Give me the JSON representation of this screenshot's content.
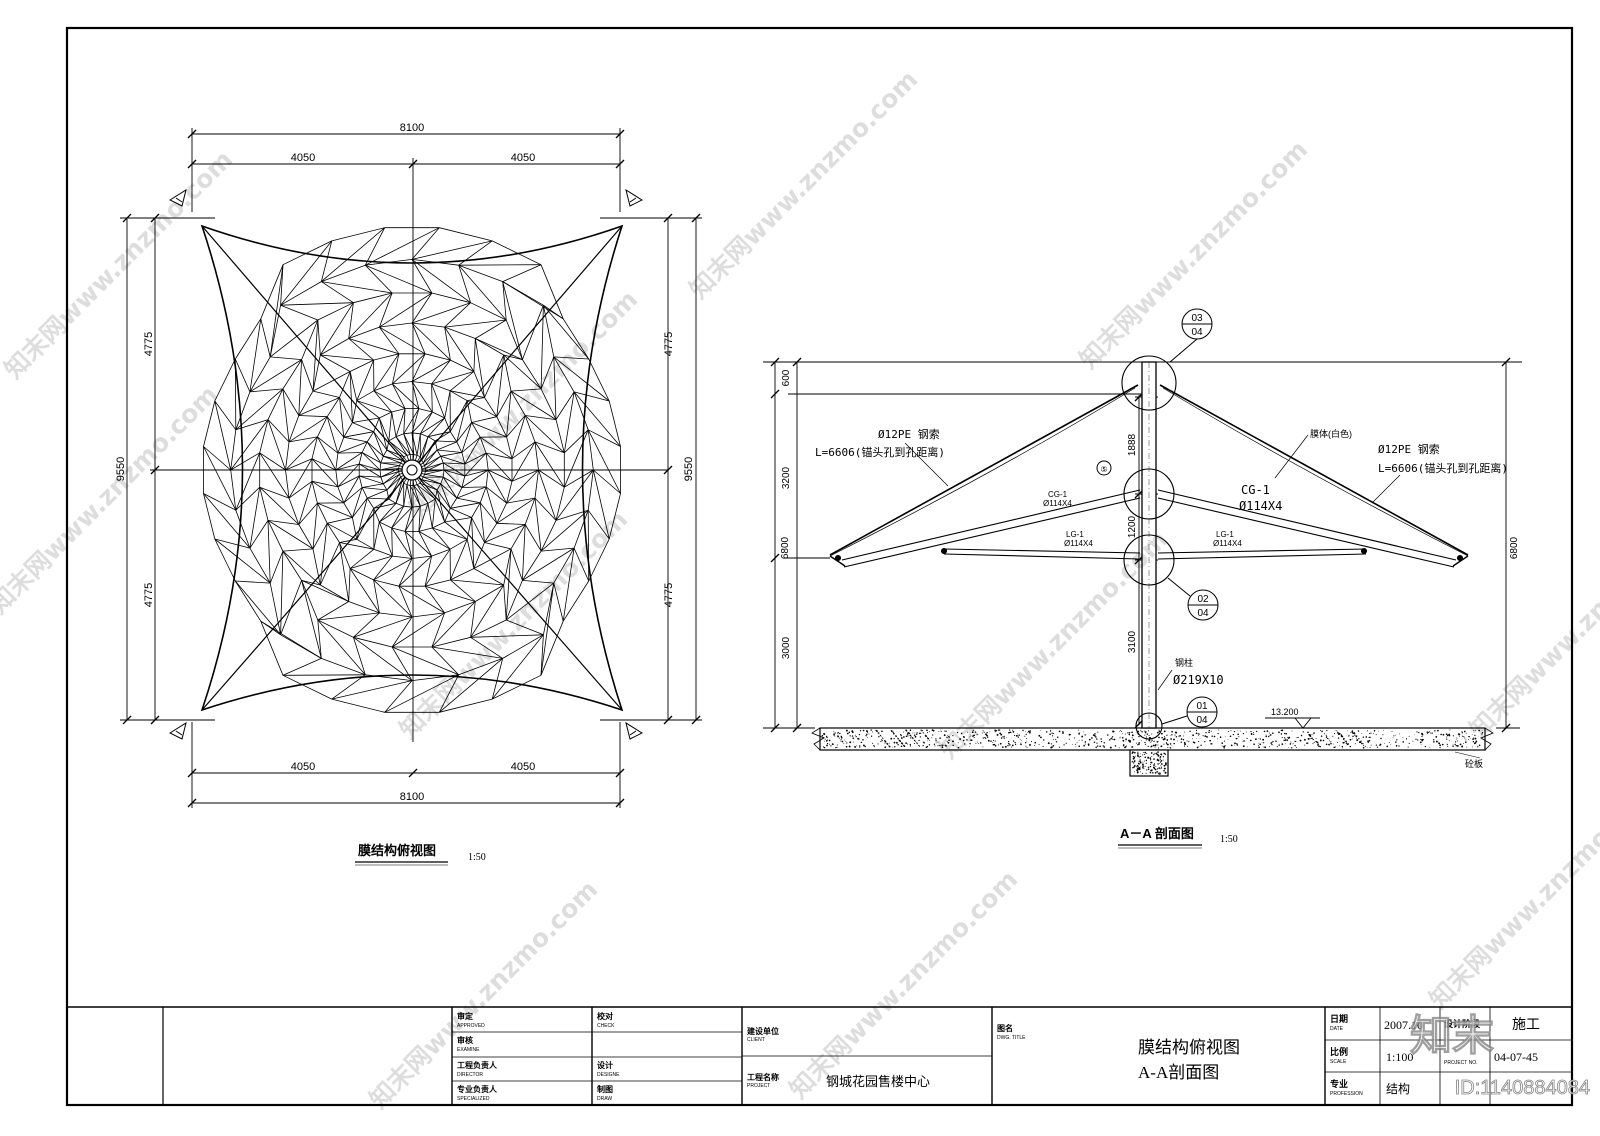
{
  "plan": {
    "dims": {
      "top_total": "8100",
      "top_left": "4050",
      "top_right": "4050",
      "bottom_left": "4050",
      "bottom_right": "4050",
      "bottom_total": "8100",
      "left_total": "9550",
      "left_upper": "4775",
      "left_lower": "4775",
      "right_total": "9550",
      "right_upper": "4775",
      "right_lower": "4775"
    },
    "title": "膜结构俯视图",
    "scale": "1:50"
  },
  "section": {
    "dims": {
      "left_top": "600",
      "left_middle": "3200",
      "left_bottom": "3000",
      "left_total": "6800",
      "right_total": "6800",
      "col_1888": "1888",
      "col_1200": "1200",
      "col_3100": "3100"
    },
    "cable_left": "Ø12PE 钢索",
    "cable_left_len": "L=6606(锚头孔到孔距离)",
    "cable_right": "Ø12PE 钢索",
    "cable_right_len": "L=6606(锚头孔到孔距离)",
    "membrane": "膜体(白色)",
    "cg_left": "CG-1",
    "cg_left_size": "Ø114X4",
    "cg_right": "CG-1",
    "cg_right_size": "Ø114X4",
    "lg_left": "LG-1",
    "lg_left_size": "Ø114X4",
    "lg_right": "LG-1",
    "lg_right_size": "Ø114X4",
    "column": "钢柱",
    "column_size": "Ø219X10",
    "detail_top_num": "03",
    "detail_top_sheet": "04",
    "detail_mid_num": "02",
    "detail_mid_sheet": "04",
    "detail_bot_num": "01",
    "detail_bot_sheet": "04",
    "small_mark": "⑤",
    "elevation": "13.200",
    "slab": "砼板",
    "title": "A－A 剖面图",
    "scale": "1:50"
  },
  "title_block": {
    "approved_cn": "审定",
    "approved_en": "APPROVED",
    "examine_cn": "审核",
    "examine_en": "EXAMINE",
    "director_cn": "工程负责人",
    "director_en": "DIRECTOR",
    "specialized_cn": "专业负责人",
    "specialized_en": "SPECIALIZED",
    "check_cn": "校对",
    "check_en": "CHECK",
    "designe_cn": "设计",
    "designe_en": "DESIGNE",
    "draw_cn": "制图",
    "draw_en": "DRAW",
    "client_cn": "建设单位",
    "client_en": "CLIENT",
    "project_cn": "工程名称",
    "project_en": "PROJECT",
    "project_name": "钢城花园售楼中心",
    "dwg_title_cn": "图名",
    "dwg_title_en": "DWG. TITLE",
    "dwg_title_1": "膜结构俯视图",
    "dwg_title_2": "A-A剖面图",
    "date_cn": "日期",
    "date_en": "DATE",
    "date_val": "2007.10",
    "phase_cn": "设计阶段",
    "phase_val": "施工",
    "scale_cn": "比例",
    "scale_en": "SCALE",
    "scale_val": "1:100",
    "projno_en": "PROJECT NO.",
    "projno_val": "04-07-45",
    "prof_cn": "专业",
    "prof_en": "PROFESSION",
    "prof_val": "结构"
  },
  "watermark": {
    "text": "知末网www.znzmo.com",
    "logo": "知末",
    "id": "ID:1140884084"
  }
}
